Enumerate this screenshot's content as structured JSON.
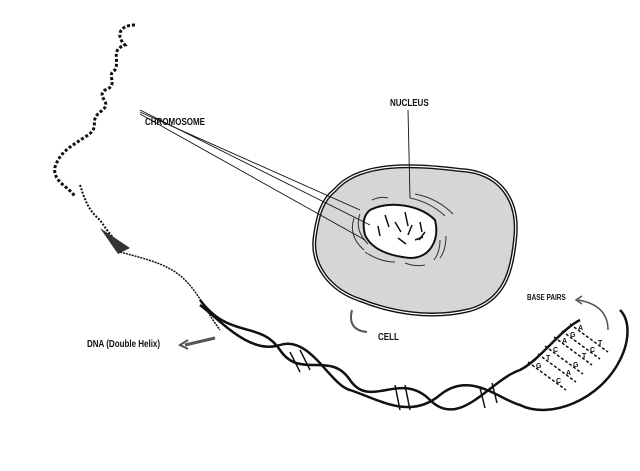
{
  "labels": {
    "chromosome": "CHROMOSOME",
    "nucleus": "NUCLEUS",
    "cell": "CELL",
    "dna": "DNA (Double Helix)",
    "base_pairs": "BASE PAIRS"
  },
  "base_pairs": [
    {
      "left": "A",
      "right": "T"
    },
    {
      "left": "G",
      "right": "C"
    },
    {
      "left": "A",
      "right": "T"
    },
    {
      "left": "C",
      "right": "G"
    },
    {
      "left": "T",
      "right": "A"
    },
    {
      "left": "G",
      "right": "C"
    }
  ],
  "colors": {
    "cell_fill": "#d6d6d6",
    "ink": "#111111",
    "arrow": "#555555"
  }
}
